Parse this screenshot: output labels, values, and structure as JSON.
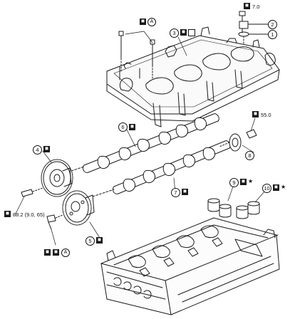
{
  "callouts": {
    "c1": "1",
    "c2": "2",
    "c3": "3",
    "c4": "4",
    "c5": "5",
    "c6": "6",
    "c7": "7",
    "c8": "8",
    "c9": "9",
    "c10": "10"
  },
  "torque": {
    "bolt_top": "7.0",
    "sprocket_bolt": "55.0",
    "camshaft_bolt": "88.2 (9.0, 65)"
  },
  "symbols": {
    "letter_a": "A",
    "star": "★",
    "torque_icon": "wrench-icon",
    "replace_icon": "new-part-icon",
    "oil_icon": "oil-can-icon",
    "seal_icon": "sealant-icon"
  },
  "colors": {
    "line": "#1a1a1a",
    "paper": "#ffffff"
  }
}
